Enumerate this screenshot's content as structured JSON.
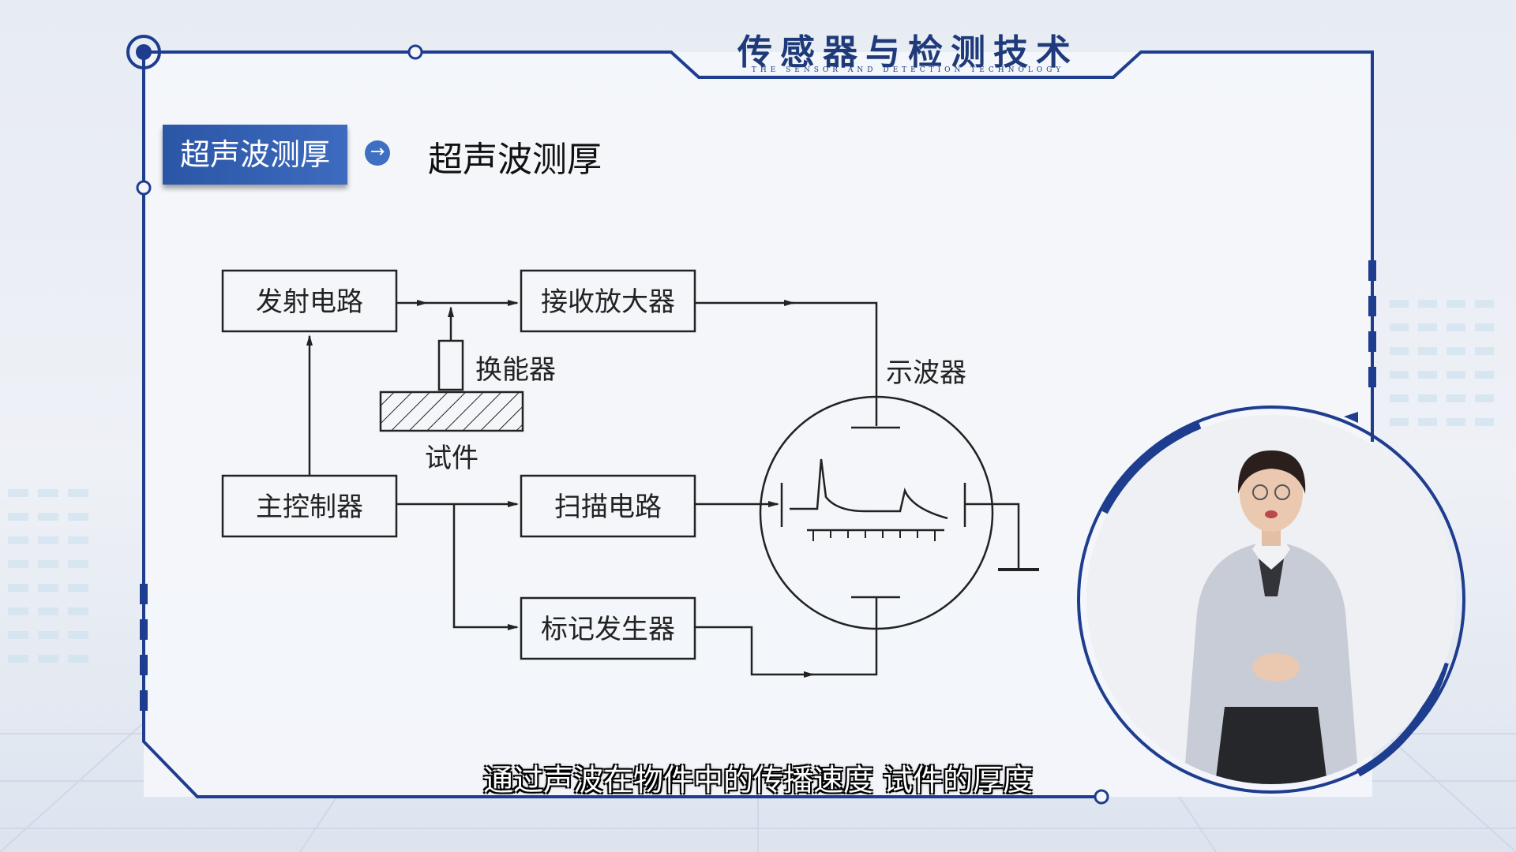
{
  "header": {
    "title": "传感器与检测技术",
    "subtitle": "THE SENSOR AND DETECTION TECHNOLOGY"
  },
  "section": {
    "tag": "超声波测厚",
    "arrow": "→",
    "heading": "超声波测厚"
  },
  "diagram": {
    "blocks": {
      "transmit": "发射电路",
      "receive_amp": "接收放大器",
      "main_controller": "主控制器",
      "sweep": "扫描电路",
      "marker": "标记发生器"
    },
    "labels": {
      "transducer": "换能器",
      "specimen": "试件",
      "oscilloscope": "示波器"
    }
  },
  "caption": "通过声波在物件中的传播速度 试件的厚度",
  "colors": {
    "accent": "#1e3a8a",
    "tag_bg": "#3361b3",
    "frame": "#1f3d8f"
  }
}
